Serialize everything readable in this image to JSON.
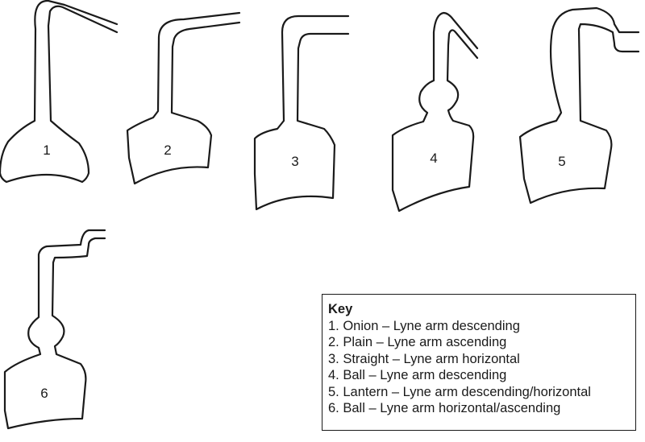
{
  "stills": [
    {
      "number": "1"
    },
    {
      "number": "2"
    },
    {
      "number": "3"
    },
    {
      "number": "4"
    },
    {
      "number": "5"
    },
    {
      "number": "6"
    }
  ],
  "key": {
    "title": "Key",
    "items": [
      "1. Onion – Lyne arm descending",
      "2. Plain – Lyne arm ascending",
      "3. Straight – Lyne arm horizontal",
      "4. Ball – Lyne arm descending",
      "5. Lantern – Lyne arm descending/horizontal",
      "6. Ball – Lyne arm horizontal/ascending"
    ]
  },
  "colors": {
    "line": "#1a1a1a",
    "background": "#ffffff"
  }
}
